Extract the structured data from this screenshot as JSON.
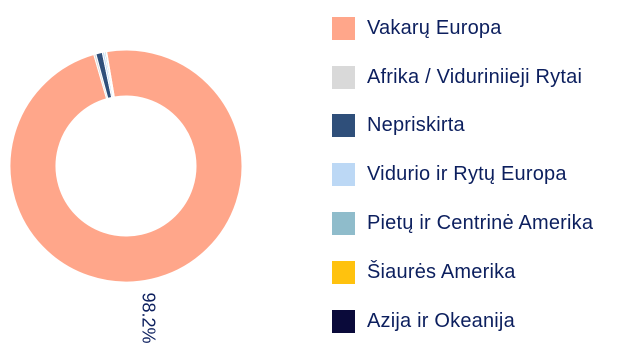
{
  "chart_data": {
    "type": "pie",
    "donut": true,
    "legend_position": "right",
    "slices": [
      {
        "label": "Vakarų Europa",
        "value": 98.2,
        "color": "#ffa68a"
      },
      {
        "label": "Afrika / Viduriniieji Rytai",
        "value": 0.3,
        "color": "#d9d9d9"
      },
      {
        "label": "Nepriskirta",
        "value": 0.9,
        "color": "#2f4f7a"
      },
      {
        "label": "Vidurio ir Rytų Europa",
        "value": 0.3,
        "color": "#bcd8f5"
      },
      {
        "label": "Pietų ir Centrinė Amerika",
        "value": 0.2,
        "color": "#8fbccb"
      },
      {
        "label": "Šiaurės Amerika",
        "value": 0.05,
        "color": "#ffc20e"
      },
      {
        "label": "Azija ir Okeanija",
        "value": 0.05,
        "color": "#0a0a3a"
      }
    ],
    "data_labels": [
      {
        "slice_index": 0,
        "text": "98.2%"
      }
    ]
  }
}
